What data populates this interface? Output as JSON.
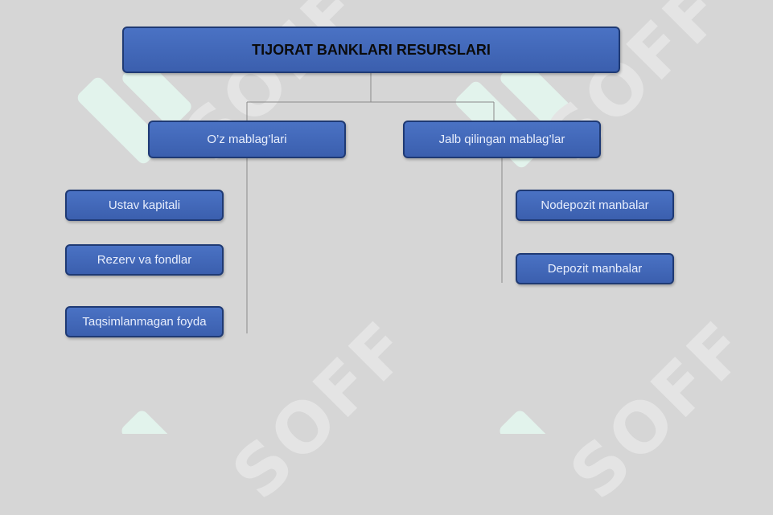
{
  "watermark": {
    "text": "SOFF"
  },
  "diagram": {
    "title": "TIJORAT BANKLARI RESURSLARI",
    "left_branch": "O’z mablag’lari",
    "right_branch": "Jalb qilingan mablag’lar",
    "left_items": [
      "Ustav kapitali",
      "Rezerv va fondlar",
      "Taqsimlanmagan foyda"
    ],
    "right_items": [
      "Nodepozit manbalar",
      "Depozit manbalar"
    ]
  },
  "colors": {
    "box_fill": "#4169b8",
    "box_border": "#1f3a74",
    "background": "#d6d6d6",
    "watermark": "#e4e4e4",
    "logo": "#e2f3ec"
  }
}
